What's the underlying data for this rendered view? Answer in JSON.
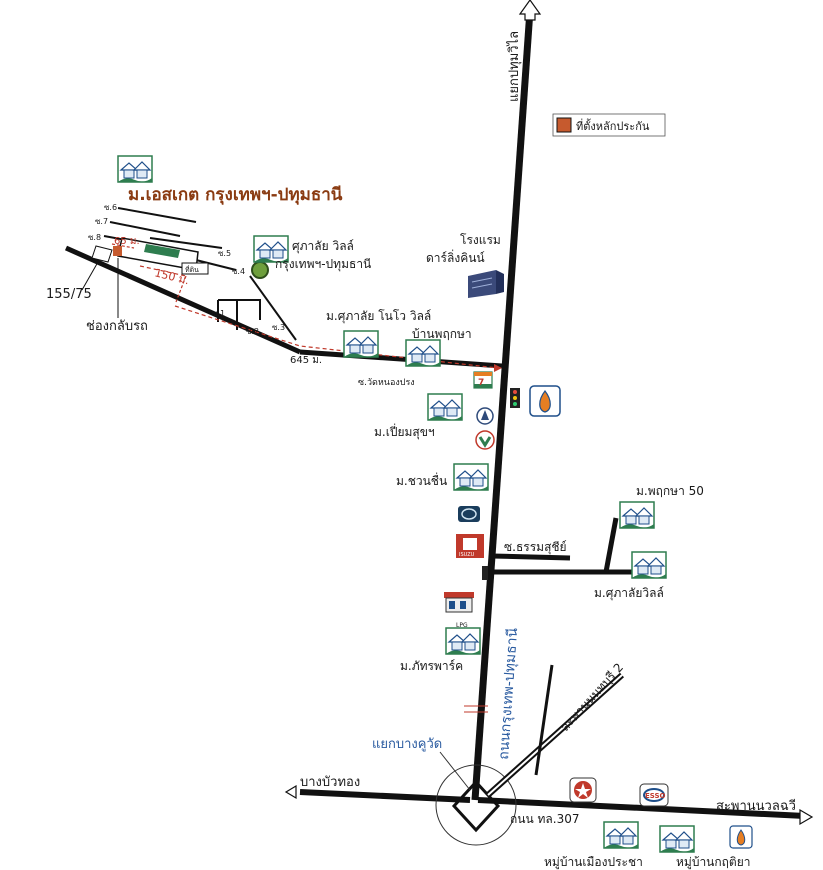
{
  "title": "ม.เอสเกต กรุงเทพฯ-ปทุมธานี",
  "legend": {
    "label": "ที่ตั้งหลักประกัน",
    "swatch_color": "#c65a2e"
  },
  "colors": {
    "road": "#111111",
    "route": "#c0392b",
    "house_green": "#2e7d4f",
    "street_blue": "#2a5ba0"
  },
  "roads": {
    "main_north": "แยกปทุมวิไล",
    "main_road": "ถนนกรุงเทพ-ปทุมธานี",
    "soi_wat": "ซ.วัดหนองปรง",
    "soi_thammasuchi": "ซ.ธรรมสุชีย์",
    "bridge2": "สะพานนนทบุรี 2",
    "junction": "แยกบางคูวัด",
    "west": "บางบัวทอง",
    "east": "สะพานนวลฉวี",
    "highway": "ถนน ทล.307"
  },
  "sois": [
    "ซ.1",
    "ซ.2",
    "ซ.3",
    "ซ.4",
    "ซ.5",
    "ซ.6",
    "ซ.7",
    "ซ.8"
  ],
  "distances": {
    "d65": "65 ม.",
    "d150": "150 ม.",
    "d645": "645 ม."
  },
  "markers": {
    "house_no": "155/75",
    "uturn": "ช่องกลับรถ",
    "sign": "ที่ดิน"
  },
  "places": {
    "supalai_line1": "ศุภาลัย วิลล์",
    "supalai_line2": "กรุงเทพฯ-ปทุมธานี",
    "hotel_line1": "โรงแรม",
    "hotel_line2": "ดาร์ลิ่งคินน์",
    "novo": "ม.ศุภาลัย โนโว วิลล์",
    "pruksa": "บ้านพฤกษา",
    "piam": "ม.เปี่ยมสุขฯ",
    "chuan": "ม.ชวนชื่น",
    "pruksa50": "ม.พฤกษา 50",
    "supalaiville": "ม.ศุภาลัยวิลล์",
    "phat": "ม.ภัทรพาร์ค",
    "muang": "หมู่บ้านเมืองประชา",
    "kritiya": "หมู่บ้านกฤติยา",
    "isuzu": "ISUZU",
    "lpg": "LPG",
    "esso": "ESSO"
  }
}
